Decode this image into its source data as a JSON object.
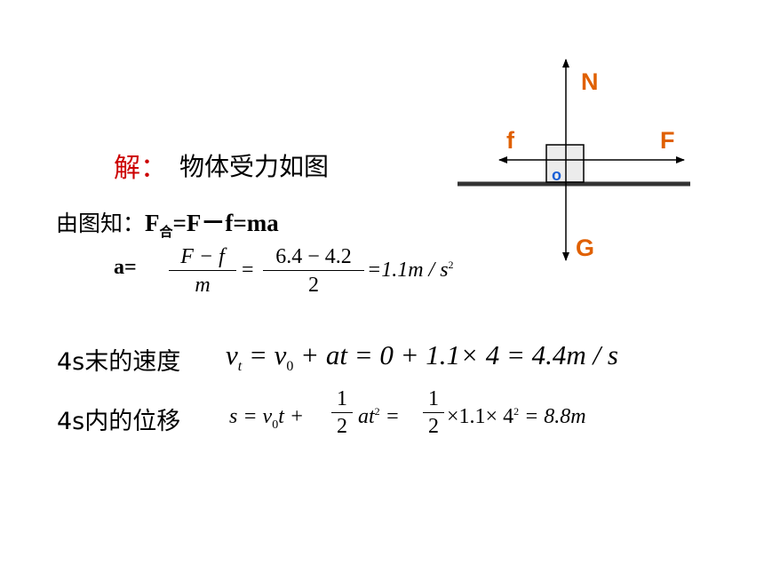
{
  "solution": {
    "label": "解：",
    "intro": "物体受力如图"
  },
  "known": {
    "prefix": "由图知：",
    "F": "F",
    "sub": "合",
    "formula": "=F－f=ma"
  },
  "acceleration": {
    "label": "a=",
    "frac1_num": "F − f",
    "frac1_den": "m",
    "frac2_num": "6.4 − 4.2",
    "frac2_den": "2",
    "result": "=1.1m / s",
    "result_exp": "2"
  },
  "velocity": {
    "label": "4s末的速度",
    "v": "v",
    "v_sub": "t",
    "eq1": " = ",
    "v0": "v",
    "v0_sub": "0",
    "rest": " + at = 0 + 1.1× 4 = 4.4m / s"
  },
  "displacement": {
    "label": "4s内的位移",
    "lhs": "s = v",
    "v0_sub": "0",
    "t": "t + ",
    "half_num": "1",
    "half_den": "2",
    "at": "at",
    "at_exp": "2",
    "eq": " = ",
    "half2_num": "1",
    "half2_den": "2",
    "rest": "×1.1× 4",
    "rest_exp": "2",
    "result": " = 8.8m"
  },
  "diagram": {
    "N": "N",
    "G": "G",
    "f": "f",
    "F": "F",
    "O": "o",
    "colors": {
      "force_label": "#e06000",
      "origin_label": "#1a5fd6",
      "block_fill": "#ececec",
      "ground": "#333333"
    }
  }
}
